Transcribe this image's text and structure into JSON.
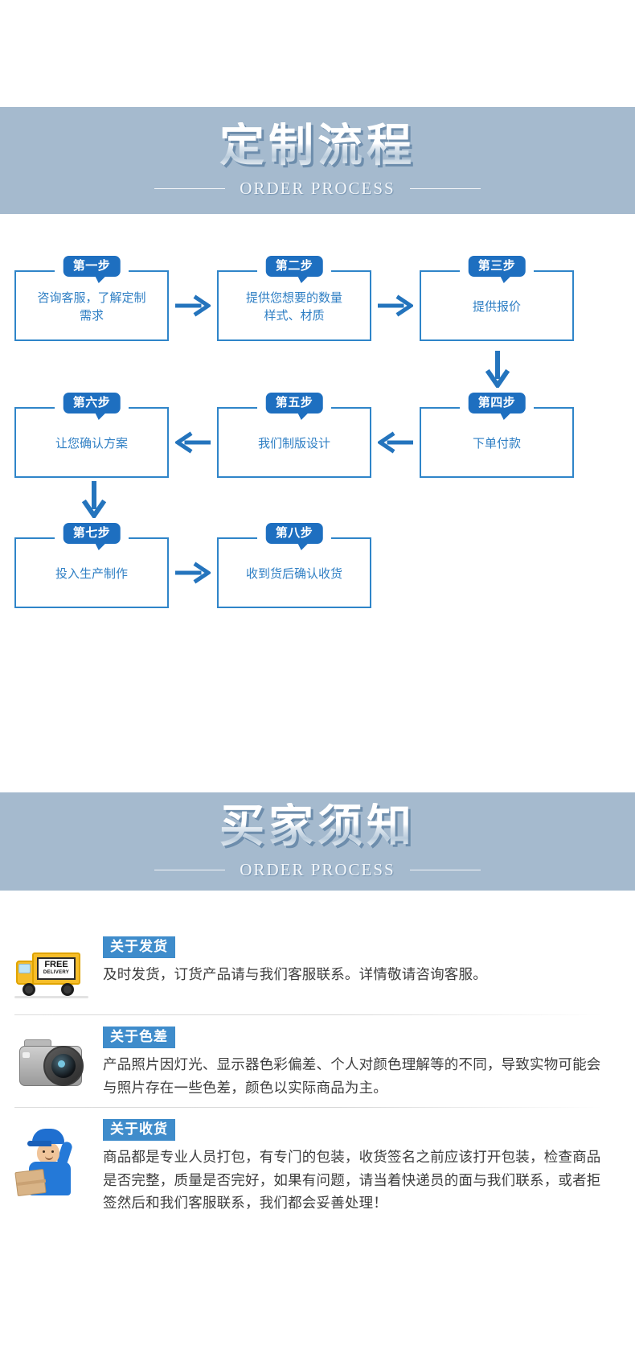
{
  "banners": [
    {
      "id": "order-process",
      "title": "定制流程",
      "subtitle": "ORDER PROCESS",
      "bg_color": "#a5bace"
    },
    {
      "id": "buyer-notice",
      "title": "买家须知",
      "subtitle": "ORDER PROCESS",
      "bg_color": "#a5bace"
    }
  ],
  "flow": {
    "accent_color": "#2f85c9",
    "tag_color": "#1e6fc0",
    "text_color": "#2f7fc4",
    "steps": [
      {
        "tag": "第一步",
        "text": "咨询客服，了解定制\n需求"
      },
      {
        "tag": "第二步",
        "text": "提供您想要的数量\n样式、材质"
      },
      {
        "tag": "第三步",
        "text": "提供报价"
      },
      {
        "tag": "第四步",
        "text": "下单付款"
      },
      {
        "tag": "第五步",
        "text": "我们制版设计"
      },
      {
        "tag": "第六步",
        "text": "让您确认方案"
      },
      {
        "tag": "第七步",
        "text": "投入生产制作"
      },
      {
        "tag": "第八步",
        "text": "收到货后确认收货"
      }
    ],
    "connectors": [
      {
        "name": "arrow-step1-to-step2",
        "direction": "right"
      },
      {
        "name": "arrow-step2-to-step3",
        "direction": "right"
      },
      {
        "name": "arrow-step3-to-step4",
        "direction": "down"
      },
      {
        "name": "arrow-step4-to-step5",
        "direction": "left"
      },
      {
        "name": "arrow-step5-to-step6",
        "direction": "left"
      },
      {
        "name": "arrow-step6-to-step7",
        "direction": "down"
      },
      {
        "name": "arrow-step7-to-step8",
        "direction": "right"
      }
    ]
  },
  "notices": {
    "tag_color": "#3f8ccb",
    "items": [
      {
        "id": "shipping",
        "icon": "free-delivery-truck-icon",
        "icon_text": {
          "line1": "FREE",
          "line2": "DELIVERY"
        },
        "tag": "关于发货",
        "text": "及时发货，订货产品请与我们客服联系。详情敬请咨询客服。"
      },
      {
        "id": "color",
        "icon": "camera-icon",
        "tag": "关于色差",
        "text": "产品照片因灯光、显示器色彩偏差、个人对颜色理解等的不同，导致实物可能会\n与照片存在一些色差，颜色以实际商品为主。"
      },
      {
        "id": "receiving",
        "icon": "courier-with-parcel-icon",
        "tag": "关于收货",
        "text": "商品都是专业人员打包，有专门的包装，收货签名之前应该打开包装，检查商品\n是否完整，质量是否完好，如果有问题，请当着快递员的面与我们联系，或者拒\n签然后和我们客服联系，我们都会妥善处理！"
      }
    ]
  }
}
